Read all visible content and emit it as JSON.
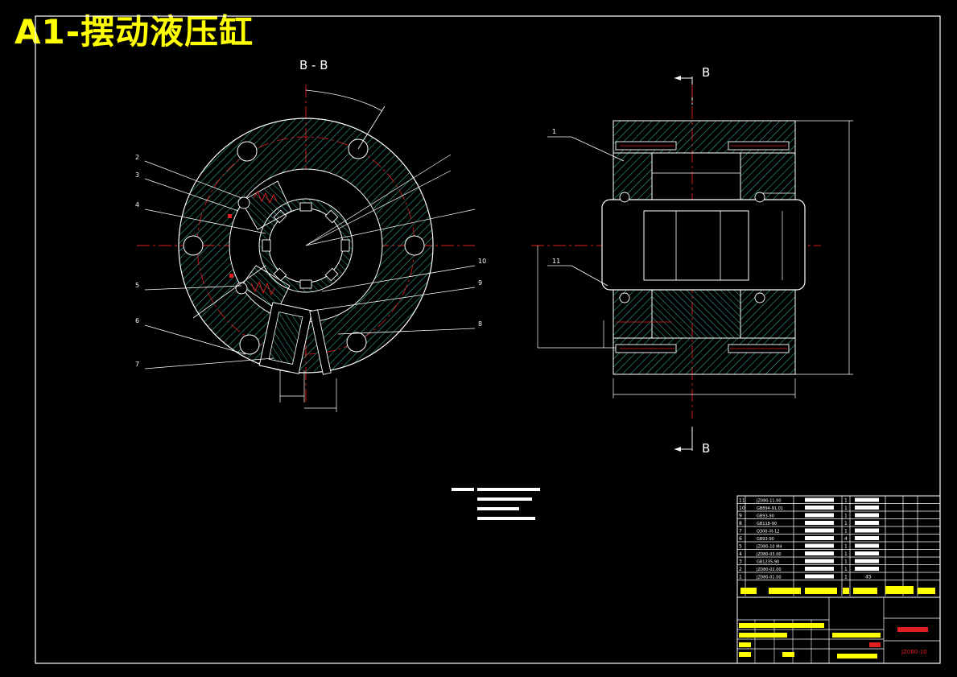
{
  "title": "A1-摆动液压缸",
  "section_label_left": "B - B",
  "section_mark": "B",
  "parts_table": {
    "rows": [
      {
        "no": "11",
        "code": "JZ080-11.00",
        "qty": "1"
      },
      {
        "no": "10",
        "code": "GB894-91.01",
        "qty": "1"
      },
      {
        "no": "9",
        "code": "GB93-90",
        "qty": "1"
      },
      {
        "no": "8",
        "code": "GB118-90",
        "qty": "1"
      },
      {
        "no": "7",
        "code": "Q300-对-12",
        "qty": "1"
      },
      {
        "no": "6",
        "code": "GB93-90",
        "qty": "4"
      },
      {
        "no": "5",
        "code": "JZ080-10 M4",
        "qty": "1"
      },
      {
        "no": "4",
        "code": "JZ080-03.00",
        "qty": "1"
      },
      {
        "no": "3",
        "code": "GB1235-90",
        "qty": "1"
      },
      {
        "no": "2",
        "code": "JZ080-02.00",
        "qty": "1"
      },
      {
        "no": "1",
        "code": "JZ080-01.00",
        "qty": "1",
        "material": "45"
      }
    ],
    "drawing_code": "JZ080-10"
  }
}
